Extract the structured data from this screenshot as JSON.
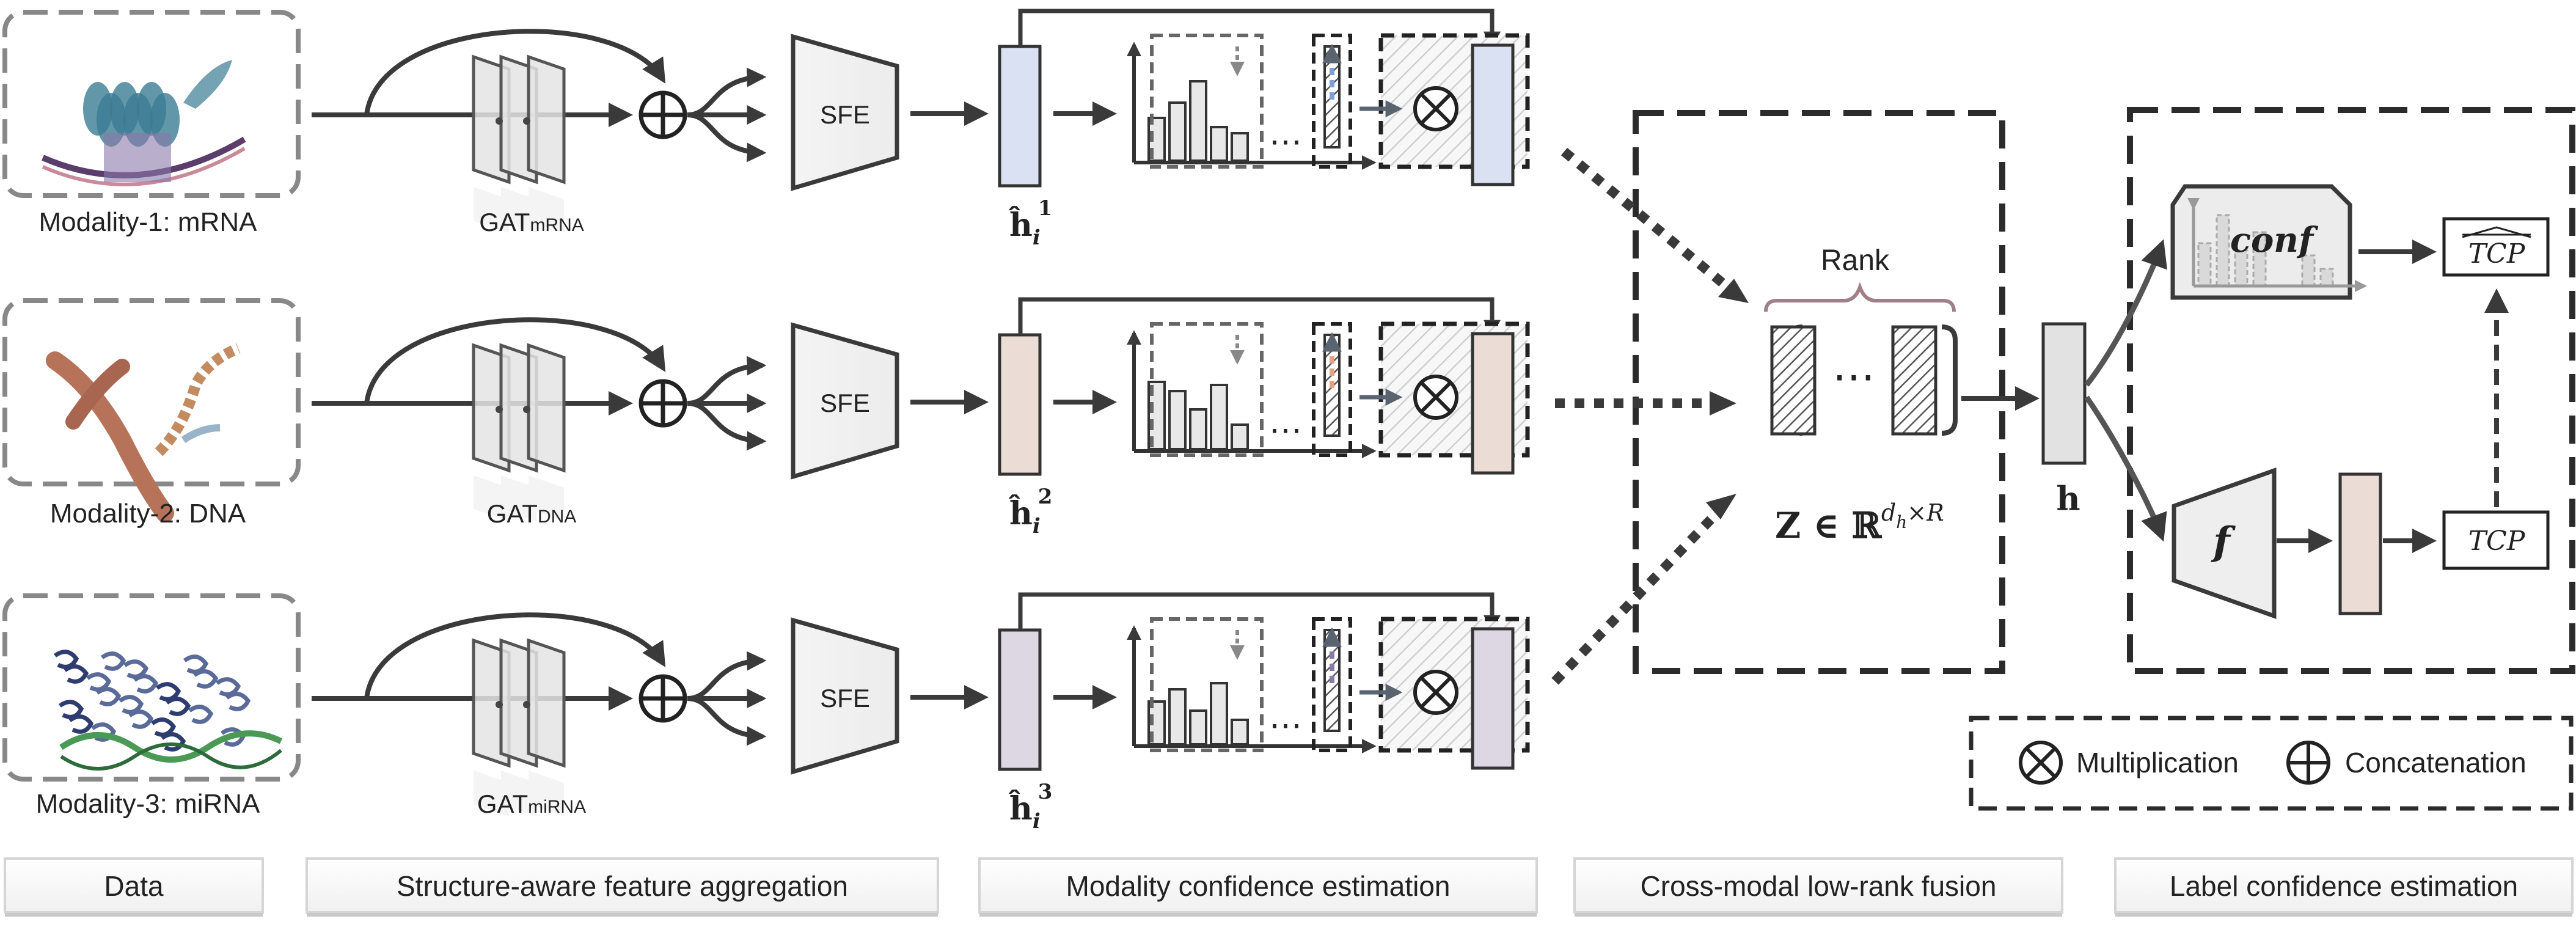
{
  "modalities": [
    {
      "label": "Modality-1: mRNA",
      "gat_main": "GAT",
      "gat_sub": "mRNA",
      "sfe": "SFE",
      "hat_sup": "1",
      "bar_color": "#d9e1f2",
      "arrow_color": "#7f9fd6",
      "image": "protein-rna-complex"
    },
    {
      "label": "Modality-2: DNA",
      "gat_main": "GAT",
      "gat_sub": "DNA",
      "sfe": "SFE",
      "hat_sup": "2",
      "bar_color": "#ecdcd6",
      "arrow_color": "#e0a383",
      "image": "chromosome-dna-helix"
    },
    {
      "label": "Modality-3: miRNA",
      "gat_main": "GAT",
      "gat_sub": "miRNA",
      "sfe": "SFE",
      "hat_sup": "3",
      "bar_color": "#ddd6e3",
      "arrow_color": "#8a7aa6",
      "image": "protein-mirna-structure"
    }
  ],
  "hat_symbol": "ĥ",
  "hat_subscript": "i",
  "fusion": {
    "rank_label": "Rank",
    "z_base": "Z ∈ ℝ",
    "z_sup": "d",
    "z_sup_sub": "h",
    "z_sup_tail": "×R",
    "dots": "⋯"
  },
  "h_label": "h",
  "conf_label": "conf",
  "f_label": "f",
  "tcp_hat_label": "TCP",
  "tcp_label": "TCP",
  "legend": {
    "mult_symbol": "⊗",
    "mult_label": "Multiplication",
    "concat_symbol": "⊕",
    "concat_label": "Concatenation"
  },
  "stages": [
    "Data",
    "Structure-aware feature aggregation",
    "Modality confidence estimation",
    "Cross-modal low-rank fusion",
    "Label confidence estimation"
  ],
  "colors": {
    "line": "#3a3a3a",
    "dash": "#2b2b2b",
    "panel_fill": "#f1f1f1",
    "h_fill": "#e2e2e2",
    "label_bar": "#ecdcd6",
    "rank_brace": "#a07f86"
  }
}
